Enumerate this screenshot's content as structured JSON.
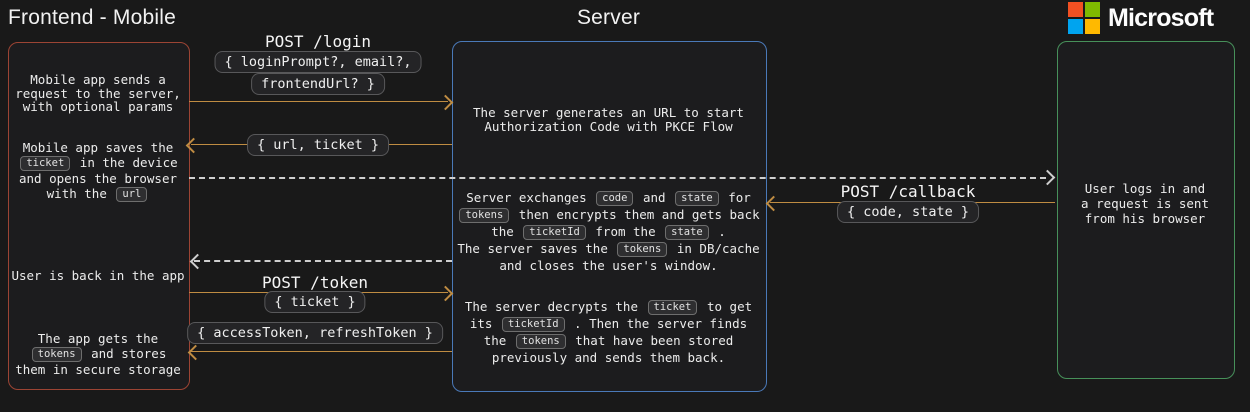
{
  "colors": {
    "page_bg": "#191919",
    "box_bg": "#1c1c1e",
    "frontend_border": "#9c4434",
    "server_border": "#4a79b8",
    "microsoft_border": "#47905a",
    "arrow": "#bf8c42",
    "dashed_arrow": "#cfcfcf",
    "text": "#ececec",
    "chip_bg": "#2e2e30",
    "chip_border": "#6e6e6e",
    "badge_bg": "#242426",
    "badge_border": "#58585a",
    "ms_red": "#f25022",
    "ms_green": "#7fba00",
    "ms_blue": "#00a4ef",
    "ms_yellow": "#ffb900"
  },
  "logo": {
    "text": "Microsoft"
  },
  "actors": {
    "frontend": {
      "title": "Frontend - Mobile",
      "notes": [
        {
          "lines": [
            [
              "Mobile app sends a"
            ],
            [
              "request to the server,"
            ],
            [
              "with optional params"
            ]
          ]
        },
        {
          "lines": [
            [
              "Mobile app saves the"
            ],
            [
              {
                "code": "ticket"
              },
              " in the device"
            ],
            [
              "and opens the browser"
            ],
            [
              "with the ",
              {
                "code": "url"
              }
            ]
          ]
        },
        {
          "lines": [
            [
              "User is back in the app"
            ]
          ]
        },
        {
          "lines": [
            [
              "The app gets the"
            ],
            [
              {
                "code": "tokens"
              },
              " and stores"
            ],
            [
              "them in secure storage"
            ]
          ]
        }
      ]
    },
    "server": {
      "title": "Server",
      "notes": [
        {
          "lines": [
            [
              "The server generates an URL to start"
            ],
            [
              "Authorization Code with PKCE Flow"
            ]
          ]
        },
        {
          "lines": [
            [
              "Server exchanges ",
              {
                "code": "code"
              },
              " and ",
              {
                "code": "state"
              },
              " for"
            ],
            [
              {
                "code": "tokens"
              },
              " then encrypts them and gets back"
            ],
            [
              "the ",
              {
                "code": "ticketId"
              },
              " from the ",
              {
                "code": "state"
              },
              " ."
            ],
            [
              "The server saves the ",
              {
                "code": "tokens"
              },
              " in DB/cache"
            ],
            [
              "and closes the user's window."
            ]
          ]
        },
        {
          "lines": [
            [
              "The server decrypts the ",
              {
                "code": "ticket"
              },
              " to get"
            ],
            [
              "its ",
              {
                "code": "ticketId"
              },
              " . Then the server finds"
            ],
            [
              "the ",
              {
                "code": "tokens"
              },
              " that have been stored"
            ],
            [
              "previously and sends them back."
            ]
          ]
        }
      ]
    },
    "microsoft": {
      "notes": [
        {
          "lines": [
            [
              "User logs in and"
            ],
            [
              "a request is sent"
            ],
            [
              "from his browser"
            ]
          ]
        }
      ]
    }
  },
  "messages": [
    {
      "label": "POST /login",
      "payload": [
        "{ loginPrompt?, email?,",
        "frontendUrl? }"
      ],
      "direction": "right",
      "style": "solid"
    },
    {
      "payload": [
        "{ url, ticket }"
      ],
      "direction": "left",
      "style": "solid"
    },
    {
      "direction": "right",
      "style": "dashed"
    },
    {
      "label": "POST /callback",
      "payload": [
        "{ code, state }"
      ],
      "direction": "left",
      "style": "solid"
    },
    {
      "direction": "left",
      "style": "dashed"
    },
    {
      "label": "POST /token",
      "payload": [
        "{ ticket }"
      ],
      "direction": "right",
      "style": "solid"
    },
    {
      "payload": [
        "{ accessToken, refreshToken }"
      ],
      "direction": "left",
      "style": "solid"
    }
  ]
}
